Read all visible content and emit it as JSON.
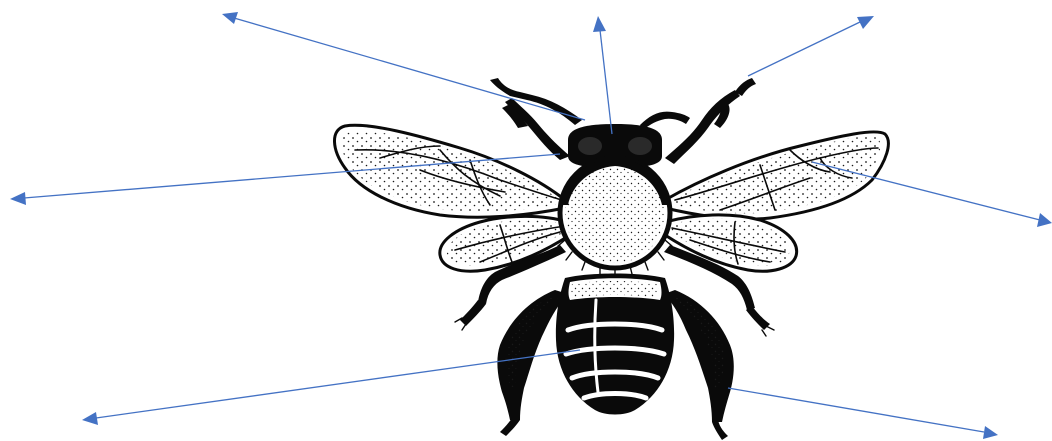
{
  "diagram": {
    "subject": "bee-anatomy-outline",
    "colors": {
      "arrow": "#4472c4",
      "ink": "#0a0a0a",
      "background": "#ffffff"
    },
    "label_arrows": [
      {
        "name": "antenna-left-pointer"
      },
      {
        "name": "head-pointer"
      },
      {
        "name": "antenna-right-pointer"
      },
      {
        "name": "forewing-left-pointer"
      },
      {
        "name": "forewing-right-pointer"
      },
      {
        "name": "abdomen-pointer"
      },
      {
        "name": "hind-leg-pointer"
      }
    ]
  }
}
